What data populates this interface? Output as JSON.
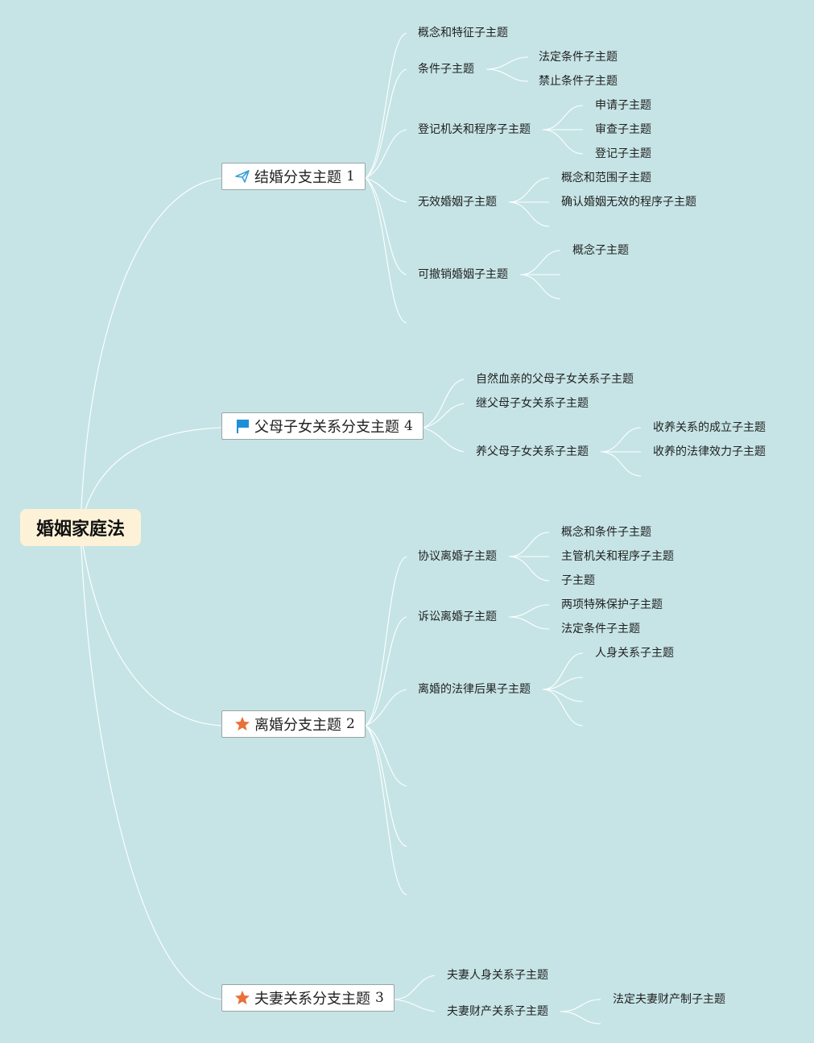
{
  "root": {
    "label": "婚姻家庭法"
  },
  "branches": {
    "marriage": {
      "label": "结婚分支主题",
      "number": "1",
      "icon": "paper-plane-icon",
      "children": {
        "concept": "概念和特征子主题",
        "conditions": "条件子主题",
        "legal_conditions": "法定条件子主题",
        "prohibited_conditions": "禁止条件子主题",
        "registration": "登记机关和程序子主题",
        "application": "申请子主题",
        "review": "审查子主题",
        "register": "登记子主题",
        "invalid": "无效婚姻子主题",
        "invalid_scope": "概念和范围子主题",
        "invalid_procedure": "确认婚姻无效的程序子主题",
        "revocable": "可撤销婚姻子主题",
        "revocable_concept": "概念子主题"
      }
    },
    "parent_child": {
      "label": "父母子女关系分支主题",
      "number": "4",
      "icon": "flag-icon",
      "children": {
        "natural": "自然血亲的父母子女关系子主题",
        "step": "继父母子女关系子主题",
        "adoptive": "养父母子女关系子主题",
        "adoption_formation": "收养关系的成立子主题",
        "adoption_effect": "收养的法律效力子主题"
      }
    },
    "divorce": {
      "label": "离婚分支主题",
      "number": "2",
      "icon": "star-icon",
      "children": {
        "agreement": "协议离婚子主题",
        "agreement_conditions": "概念和条件子主题",
        "agreement_authority": "主管机关和程序子主题",
        "agreement_sub": "子主题",
        "litigation": "诉讼离婚子主题",
        "special_protection": "两项特殊保护子主题",
        "litigation_conditions": "法定条件子主题",
        "consequences": "离婚的法律后果子主题",
        "personal_relation": "人身关系子主题"
      }
    },
    "spouse": {
      "label": "夫妻关系分支主题",
      "number": "3",
      "icon": "star-icon",
      "children": {
        "personal": "夫妻人身关系子主题",
        "property": "夫妻财产关系子主题",
        "statutory_property": "法定夫妻财产制子主题"
      }
    }
  },
  "colors": {
    "background": "#c6e4e6",
    "root_fill": "#fdf2d8",
    "connector": "#ffffff",
    "plane_icon": "#3aa0d8",
    "flag_icon": "#1e8fd6",
    "star_icon": "#e8703a"
  }
}
